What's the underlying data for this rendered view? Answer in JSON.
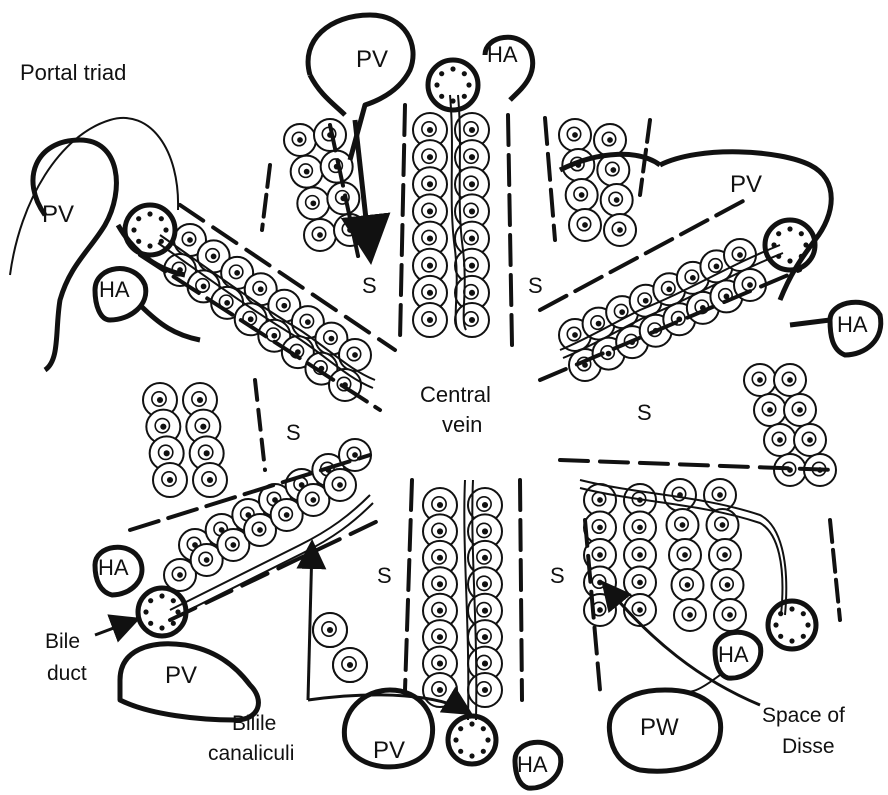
{
  "diagram": {
    "labels": {
      "portal_triad": "Portal triad",
      "central_vein_line1": "Central",
      "central_vein_line2": "vein",
      "sinusoid": "S",
      "portal_vein": "PV",
      "portal_vein_alt": "PW",
      "hepatic_artery": "HA",
      "bile_duct_line1": "Bile",
      "bile_duct_line2": "duct",
      "canaliculi_line1": "Bilile",
      "canaliculi_line2": "canaliculi",
      "disse_line1": "Space of",
      "disse_line2": "Disse"
    },
    "colors": {
      "ink": "#111111",
      "background": "#ffffff"
    }
  }
}
